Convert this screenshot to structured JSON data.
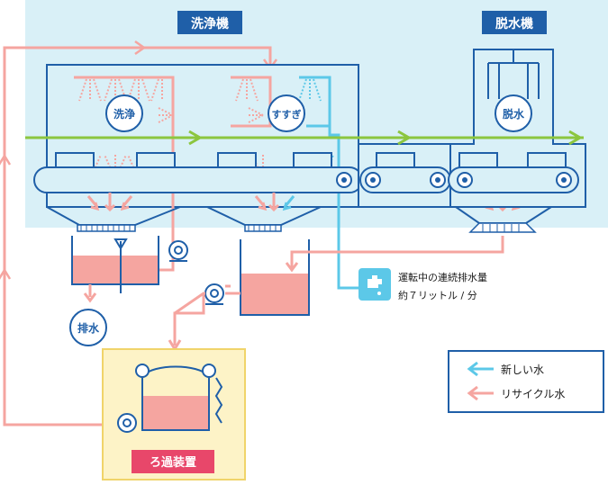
{
  "titles": {
    "washer": "洗浄機",
    "dehydrator": "脱水機"
  },
  "bubbles": {
    "wash": "洗浄",
    "rinse": "すすぎ",
    "dehydrate": "脱水",
    "drain": "排水"
  },
  "note": {
    "line1": "運転中の連続排水量",
    "line2": "約７リットル / 分"
  },
  "legend": {
    "fresh": "新しい水",
    "recycle": "リサイクル水"
  },
  "filter_label": "ろ過装置",
  "colors": {
    "blue": "#1f5fa8",
    "fresh_water": "#5cc8e8",
    "recycle_water": "#f5a5a0",
    "conveyor": "#8cc63f",
    "area": "#d9f0f7",
    "filter_box": "#fdf3c7",
    "filter_border": "#f0d46a",
    "filter_label_bg": "#e8476a"
  },
  "icons": [
    "faucet-icon",
    "pump-icon",
    "arrow-left-icon",
    "spray-nozzle-icon"
  ]
}
